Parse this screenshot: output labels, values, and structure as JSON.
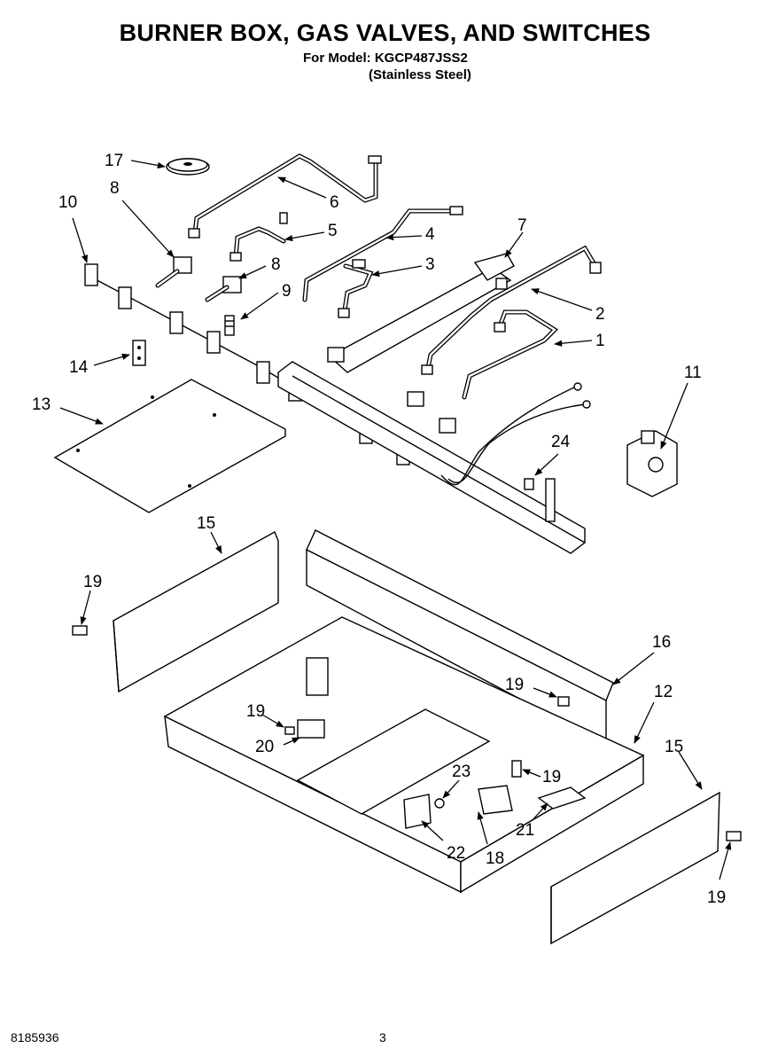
{
  "header": {
    "title": "BURNER BOX, GAS VALVES, AND SWITCHES",
    "model_line": "For Model: KGCP487JSS2",
    "finish_line": "(Stainless Steel)"
  },
  "footer": {
    "doc_number": "8185936",
    "page_number": "3"
  },
  "callouts": {
    "c1": "1",
    "c2": "2",
    "c3": "3",
    "c4": "4",
    "c5": "5",
    "c6": "6",
    "c7": "7",
    "c8a": "8",
    "c8b": "8",
    "c9": "9",
    "c10": "10",
    "c11": "11",
    "c12": "12",
    "c13": "13",
    "c14": "14",
    "c15a": "15",
    "c15b": "15",
    "c16": "16",
    "c17": "17",
    "c18": "18",
    "c19a": "19",
    "c19b": "19",
    "c19c": "19",
    "c19d": "19",
    "c19e": "19",
    "c20": "20",
    "c21": "21",
    "c22": "22",
    "c23": "23",
    "c24": "24"
  }
}
